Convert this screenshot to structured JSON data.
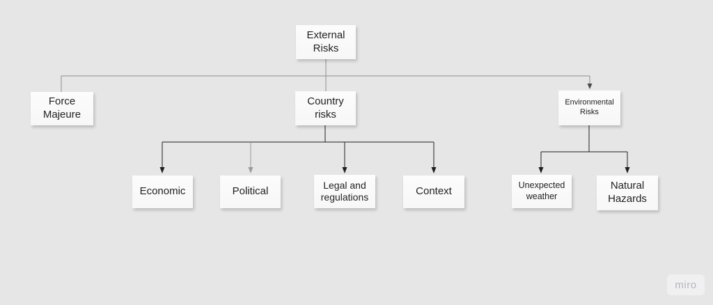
{
  "app": {
    "watermark_label": "miro"
  },
  "colors": {
    "background": "#e6e6e6",
    "node_fill": "#f9f9f9",
    "node_text": "#1f1f1f",
    "connector_gray": "#8d8d8d",
    "connector_dark": "#1f1f1f",
    "watermark_bg": "#f0f0f1",
    "watermark_text": "#b3b6bd"
  },
  "diagram": {
    "nodes": {
      "external_risks": {
        "label": "External Risks"
      },
      "force_majeure": {
        "label": "Force Majeure"
      },
      "country_risks": {
        "label": "Country risks"
      },
      "environmental_risks": {
        "label": "Environmental Risks"
      },
      "economic": {
        "label": "Economic"
      },
      "political": {
        "label": "Political"
      },
      "legal_and_regulations": {
        "label": "Legal and regulations"
      },
      "context": {
        "label": "Context"
      },
      "unexpected_weather": {
        "label": "Unexpected weather"
      },
      "natural_hazards": {
        "label": "Natural Hazards"
      }
    },
    "edges": [
      {
        "from": "external_risks",
        "to": "force_majeure",
        "arrow": false,
        "style": "gray"
      },
      {
        "from": "external_risks",
        "to": "country_risks",
        "arrow": false,
        "style": "gray"
      },
      {
        "from": "external_risks",
        "to": "environmental_risks",
        "arrow": true,
        "style": "gray"
      },
      {
        "from": "country_risks",
        "to": "economic",
        "arrow": true,
        "style": "dark"
      },
      {
        "from": "country_risks",
        "to": "political",
        "arrow": true,
        "style": "gray"
      },
      {
        "from": "country_risks",
        "to": "legal_and_regulations",
        "arrow": true,
        "style": "dark"
      },
      {
        "from": "country_risks",
        "to": "context",
        "arrow": true,
        "style": "dark"
      },
      {
        "from": "environmental_risks",
        "to": "unexpected_weather",
        "arrow": true,
        "style": "dark"
      },
      {
        "from": "environmental_risks",
        "to": "natural_hazards",
        "arrow": true,
        "style": "dark"
      }
    ]
  }
}
